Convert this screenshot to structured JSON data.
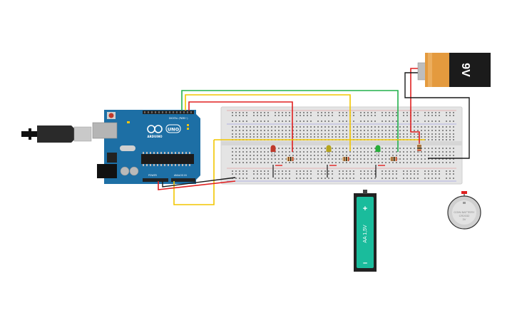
{
  "arduino": {
    "brand": "ARDUINO",
    "model": "UNO",
    "digital_label": "DIGITAL (PWM~)",
    "power_label": "POWER",
    "analog_label": "ANALOG IN"
  },
  "battery_9v": {
    "label": "9V"
  },
  "battery_aa": {
    "plus": "+",
    "minus": "–",
    "label": "AA 1,5V"
  },
  "coin_cell": {
    "line1": "COIN BATTERY",
    "line2": "CR2032",
    "line3": "3V"
  },
  "leds": [
    {
      "color": "red",
      "hex": "#c0392b"
    },
    {
      "color": "yellow",
      "hex": "#b6a51e"
    },
    {
      "color": "green",
      "hex": "#27ae3a"
    }
  ],
  "wire_colors": {
    "red": "#e02020",
    "green": "#22b14c",
    "yellow": "#f2c600",
    "black": "#1a1a1a"
  }
}
